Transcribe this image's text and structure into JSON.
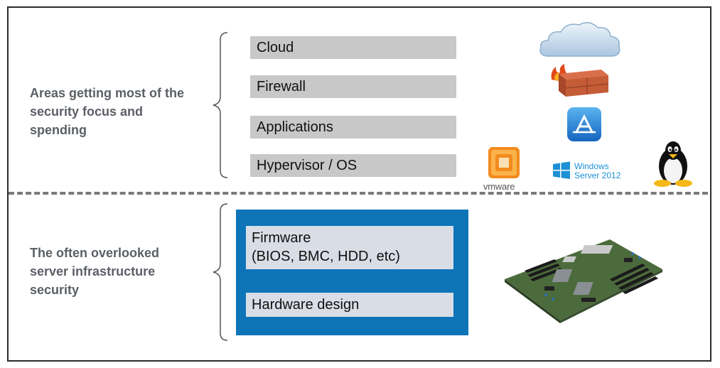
{
  "left_labels": {
    "top": "Areas getting most of the security focus and spending",
    "bottom": "The often overlooked server infrastructure security"
  },
  "upper_layers": [
    "Cloud",
    "Firewall",
    "Applications",
    "Hypervisor / OS"
  ],
  "lower_layers": {
    "firmware_line1": "Firmware",
    "firmware_line2": "(BIOS, BMC, HDD, etc)",
    "hardware": "Hardware design"
  },
  "logos": {
    "vmware": "vmware",
    "windows_line1": "Windows",
    "windows_line2": "Server 2012"
  },
  "icons": {
    "cloud": "cloud-icon",
    "firewall": "firewall-icon",
    "applications": "app-store-icon",
    "vmware": "vmware-logo-icon",
    "windows": "windows-logo-icon",
    "linux": "linux-tux-icon",
    "hardware": "motherboard-icon"
  },
  "colors": {
    "blue_box": "#0d74b8",
    "layer_bar": "#c8c8c8",
    "label_text": "#5b5f66",
    "divider": "#7a7a7a"
  }
}
